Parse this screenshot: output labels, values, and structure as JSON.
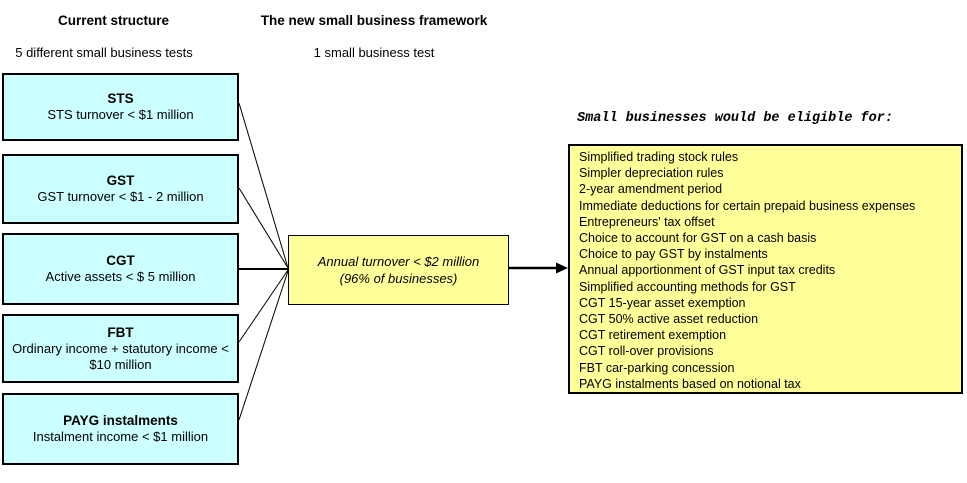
{
  "headers": {
    "left": {
      "title": "Current structure",
      "subtitle": "5 different small business tests"
    },
    "right": {
      "title": "The new small business framework",
      "subtitle": "1 small business test"
    }
  },
  "current_tests": [
    {
      "name": "STS",
      "criterion": "STS turnover < $1 million"
    },
    {
      "name": "GST",
      "criterion": "GST turnover < $1 - 2 million"
    },
    {
      "name": "CGT",
      "criterion": "Active assets < $ 5 million"
    },
    {
      "name": "FBT",
      "criterion": "Ordinary income + statutory income < $10 million"
    },
    {
      "name": "PAYG instalments",
      "criterion": "Instalment income < $1 million"
    }
  ],
  "new_test": {
    "line1": "Annual turnover < $2 million",
    "line2": "(96% of businesses)"
  },
  "eligibility": {
    "title": "Small businesses would be eligible for:",
    "items": [
      "Simplified trading stock rules",
      "Simpler depreciation rules",
      "2-year amendment period",
      "Immediate deductions for certain prepaid business expenses",
      "Entrepreneurs' tax offset",
      "Choice to account for GST on a cash basis",
      "Choice to pay GST by instalments",
      "Annual apportionment of GST input tax credits",
      "Simplified accounting methods for GST",
      "CGT 15-year asset exemption",
      "CGT 50% active asset reduction",
      "CGT retirement exemption",
      "CGT roll-over provisions",
      "FBT car-parking concession",
      "PAYG instalments based on notional tax"
    ]
  },
  "colors": {
    "test_box_fill": "#ccffff",
    "result_box_fill": "#ffff99",
    "border": "#000000",
    "background": "#ffffff"
  }
}
